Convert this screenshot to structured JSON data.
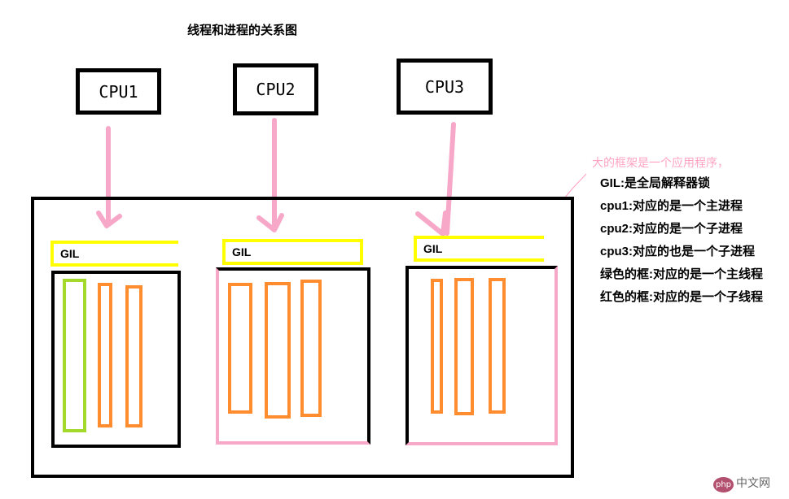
{
  "diagram": {
    "title": "线程和进程的关系图",
    "cpus": [
      "CPU1",
      "CPU2",
      "CPU3"
    ],
    "gil_label": "GIL",
    "legend": {
      "note": "大的框架是一个应用程序，",
      "lines": [
        "GIL:是全局解释器锁",
        "cpu1:对应的是一个主进程",
        "cpu2:对应的是一个子进程",
        "cpu3:对应的也是一个子进程",
        "绿色的框:对应的是一个主线程",
        "红色的框:对应的是一个子线程"
      ]
    },
    "watermark": {
      "badge": "php",
      "text": "中文网"
    },
    "colors": {
      "arrow": "#f7a8c8",
      "gil": "#ffff00",
      "main_thread": "#a3d92a",
      "child_thread": "#ff8c2e",
      "child_process": "#f7a8c8"
    }
  }
}
